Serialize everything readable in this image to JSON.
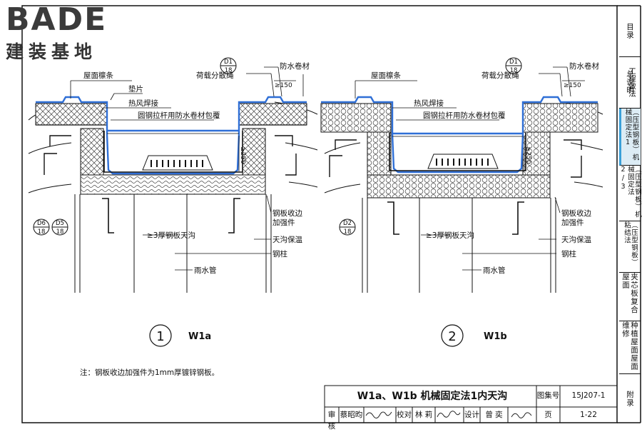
{
  "brand": {
    "word": "BADE",
    "subtitle": "建装基地"
  },
  "sidebar": {
    "tabs": [
      {
        "label": "目录"
      },
      {
        "label": "总说明"
      },
      {
        "label": "工程做法"
      },
      {
        "label": "（压型钢板）机械固定法1"
      },
      {
        "label": "（压型钢板）机械固定法2/3"
      },
      {
        "label": "（压型钢板）粘结法"
      },
      {
        "label": "夹芯板复合屋面"
      },
      {
        "label": "种植屋面屋面维修"
      },
      {
        "label": "附录"
      }
    ]
  },
  "detail_left": {
    "circle_number": "1",
    "code": "W1a",
    "labels": {
      "purlin": "屋面檩条",
      "pad": "垫片",
      "hot_air": "热风焊接",
      "rod": "圆钢拉杆用防水卷材包覆",
      "load_rope": "荷载分散绳",
      "membrane": "防水卷材",
      "dim150": "≥150",
      "dim250": "≥250",
      "gutter": "≥3厚钢板天沟",
      "edge_1": "钢板收边",
      "edge_2": "加强件",
      "insulation": "天沟保温",
      "column": "钢柱",
      "downpipe": "雨水管"
    },
    "refs": [
      {
        "top": "D1",
        "bottom": "18"
      },
      {
        "top": "D6",
        "bottom": "18"
      },
      {
        "top": "D5",
        "bottom": "18"
      }
    ]
  },
  "detail_right": {
    "circle_number": "2",
    "code": "W1b",
    "labels": {
      "purlin": "屋面檩条",
      "hot_air": "热风焊接",
      "rod": "圆钢拉杆用防水卷材包覆",
      "load_rope": "荷载分散绳",
      "membrane": "防水卷材",
      "dim150": "≥150",
      "dim250": "≥250",
      "gutter": "≥3厚钢板天沟",
      "edge_1": "钢板收边",
      "edge_2": "加强件",
      "insulation": "天沟保温",
      "column": "钢柱",
      "downpipe": "雨水管"
    },
    "refs": [
      {
        "top": "D1",
        "bottom": "18"
      },
      {
        "top": "D2",
        "bottom": "18"
      }
    ]
  },
  "note": "注：钢板收边加强件为1mm厚镀锌钢板。",
  "title_block": {
    "title": "W1a、W1b 机械固定法1内天沟",
    "atlas_label": "图集号",
    "atlas_no": "15J207-1",
    "review_label": "审核",
    "reviewer": "蔡昭昀",
    "check_label": "校对",
    "checker": "林 莉",
    "design_label": "设计",
    "designer": "曾 奕",
    "page_label": "页",
    "page_no": "1-22"
  },
  "colors": {
    "membrane": "#2f6fd6",
    "line": "#111111",
    "sidebar_active": "#dcecf5",
    "sidebar_accent": "#3aa0d8"
  }
}
